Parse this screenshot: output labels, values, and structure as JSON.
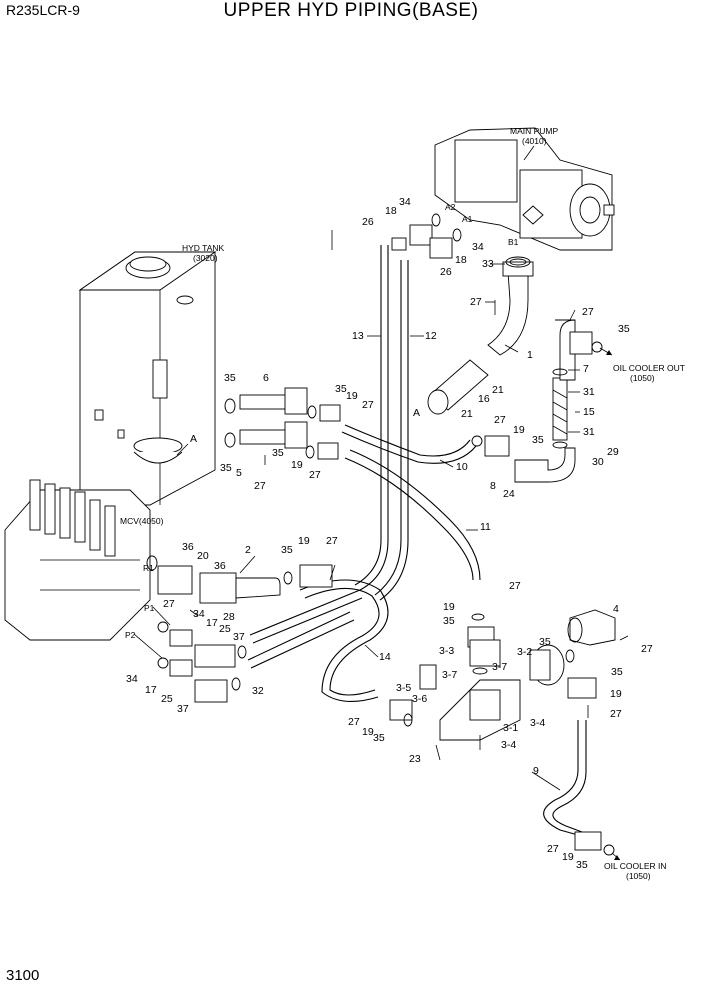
{
  "header": {
    "model": "R235LCR-9",
    "title": "UPPER HYD PIPING(BASE)"
  },
  "footer": {
    "page": "3100"
  },
  "components": {
    "main_pump": {
      "name": "MAIN PUMP",
      "ref": "(4010)"
    },
    "hyd_tank": {
      "name": "HYD TANK",
      "ref": "(3020)"
    },
    "mcv": {
      "name": "MCV(4050)"
    },
    "oil_cooler_out": {
      "name": "OIL COOLER OUT",
      "ref": "(1050)"
    },
    "oil_cooler_in": {
      "name": "OIL COOLER IN",
      "ref": "(1050)"
    }
  },
  "ports": {
    "a2": "A2",
    "a1": "A1",
    "b1": "B1",
    "r1": "R1",
    "p1": "P1",
    "p2": "P2",
    "detail_a1": "A",
    "detail_a2": "A"
  },
  "callouts": [
    "34",
    "18",
    "26",
    "34",
    "18",
    "26",
    "33",
    "27",
    "1",
    "13",
    "12",
    "21",
    "16",
    "21",
    "27",
    "35",
    "7",
    "31",
    "15",
    "31",
    "30",
    "29",
    "35",
    "6",
    "35",
    "19",
    "27",
    "35",
    "5",
    "27",
    "35",
    "19",
    "27",
    "27",
    "19",
    "35",
    "10",
    "8",
    "24",
    "11",
    "36",
    "20",
    "2",
    "35",
    "19",
    "27",
    "36",
    "27",
    "34",
    "28",
    "17",
    "25",
    "37",
    "34",
    "17",
    "25",
    "37",
    "32",
    "27",
    "19",
    "35",
    "3-3",
    "14",
    "3-7",
    "3-7",
    "3-2",
    "4",
    "35",
    "27",
    "35",
    "3-5",
    "3-6",
    "27",
    "19",
    "35",
    "3-1",
    "3-4",
    "3-4",
    "23",
    "19",
    "27",
    "9",
    "27",
    "19",
    "35",
    "35"
  ]
}
